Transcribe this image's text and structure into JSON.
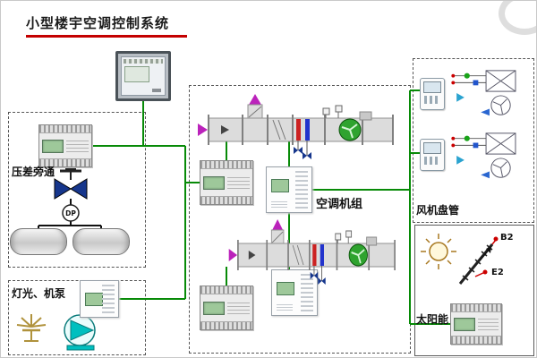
{
  "title": "小型楼宇空调控制系统",
  "sections": {
    "pressure_bypass": "压差旁通",
    "lighting_pumps": "灯光、机泵",
    "air_handling_unit": "空调机组",
    "fan_coil": "风机盘管",
    "solar": "太阳能"
  },
  "annotations": {
    "dp_sensor": "DP",
    "solar_point_b2": "B2",
    "solar_point_e2": "E2"
  },
  "colors": {
    "network_line": "#078a07",
    "title_underline": "#c40000",
    "heating_coil": "#cc2222",
    "cooling_coil": "#2233cc",
    "fan": "#2fa32f",
    "pump": "#00bfbf",
    "valve": "#16368c",
    "flow_arrow": "#bb22bb",
    "controller_screen": "#9ec89a",
    "solar_circuit": "#cc0000"
  },
  "icons": {
    "hmi-touch-panel": "framed-screen",
    "ddc-controller": "terminal-box-with-green-screen",
    "io-module": "white-box-with-green-screen",
    "butterfly-valve-icon": "bowtie-valve",
    "dp-sensor-icon": "circle-with-DP",
    "tank-icon": "horizontal-cylinder",
    "lamp-icon": "radiant-light",
    "pump-icon": "circle-with-triangle",
    "ahu-icon": "duct-coils-fan",
    "fan-coil-icon": "crossed-box-with-fan",
    "thermostat-icon": "wall-controller",
    "sun-icon": "sun-with-rays",
    "solar-collector-icon": "hatched-diagonal-panel"
  }
}
